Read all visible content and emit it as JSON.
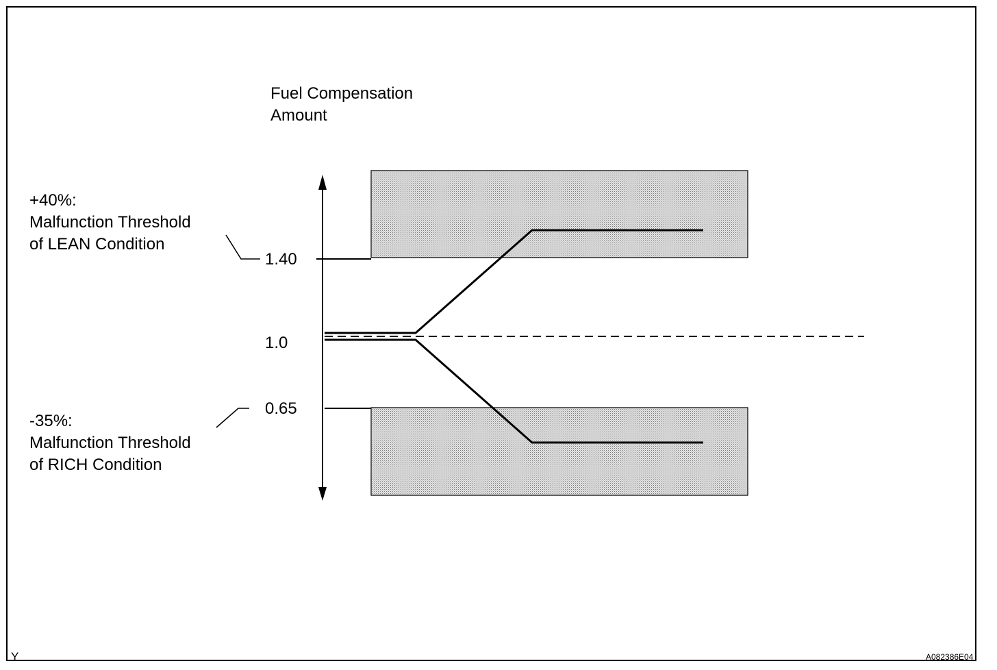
{
  "axis_title": {
    "line1": "Fuel Compensation",
    "line2": "Amount"
  },
  "ticks": {
    "upper": "1.40",
    "center": "1.0",
    "lower": "0.65"
  },
  "lean_label": {
    "line1": "+40%:",
    "line2": "Malfunction Threshold",
    "line3": "of LEAN Condition"
  },
  "rich_label": {
    "line1": "-35%:",
    "line2": "Malfunction Threshold",
    "line3": "of RICH Condition"
  },
  "corner_mark": "Y",
  "figure_id": "A082386E04",
  "colors": {
    "line": "#000000",
    "zone_fill": "#d4d4d4",
    "zone_dot": "#8a8a8a",
    "background": "#ffffff"
  }
}
